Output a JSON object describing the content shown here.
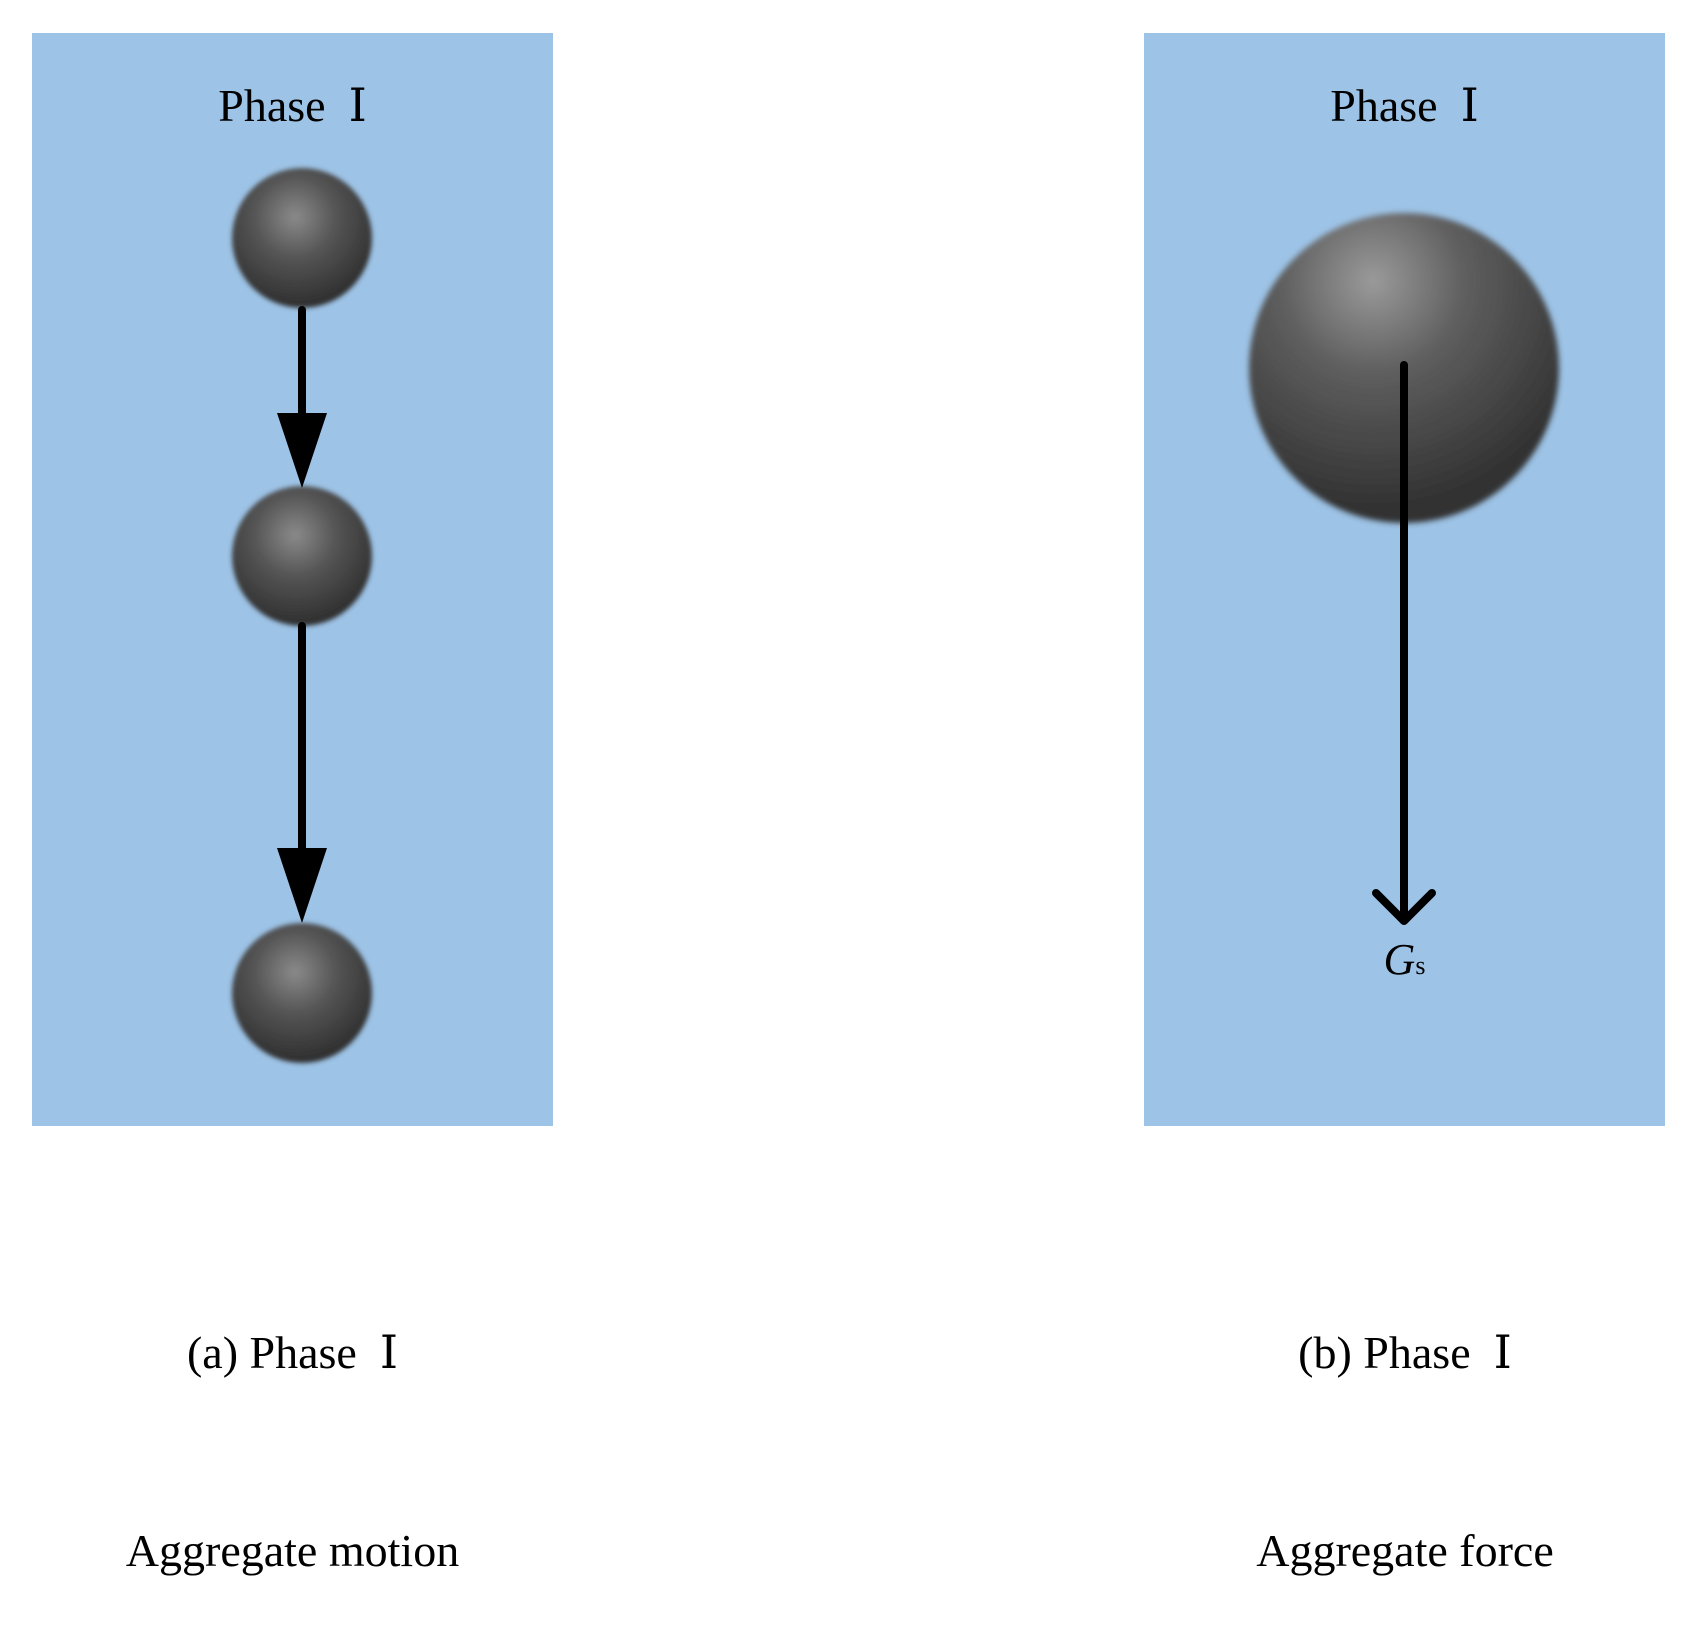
{
  "panels": {
    "a": {
      "title": "Phase  Ⅰ",
      "caption_line1": "(a) Phase  Ⅰ",
      "caption_line2": "Aggregate motion",
      "particle_count": 3
    },
    "b": {
      "title": "Phase  Ⅰ",
      "caption_line1": "(b) Phase  Ⅰ",
      "caption_line2": "Aggregate force",
      "force_label_main": "G",
      "force_label_sub": "s"
    }
  },
  "colors": {
    "panel_background": "#9dc3e6",
    "particle": "#555555",
    "arrow": "#000000"
  }
}
